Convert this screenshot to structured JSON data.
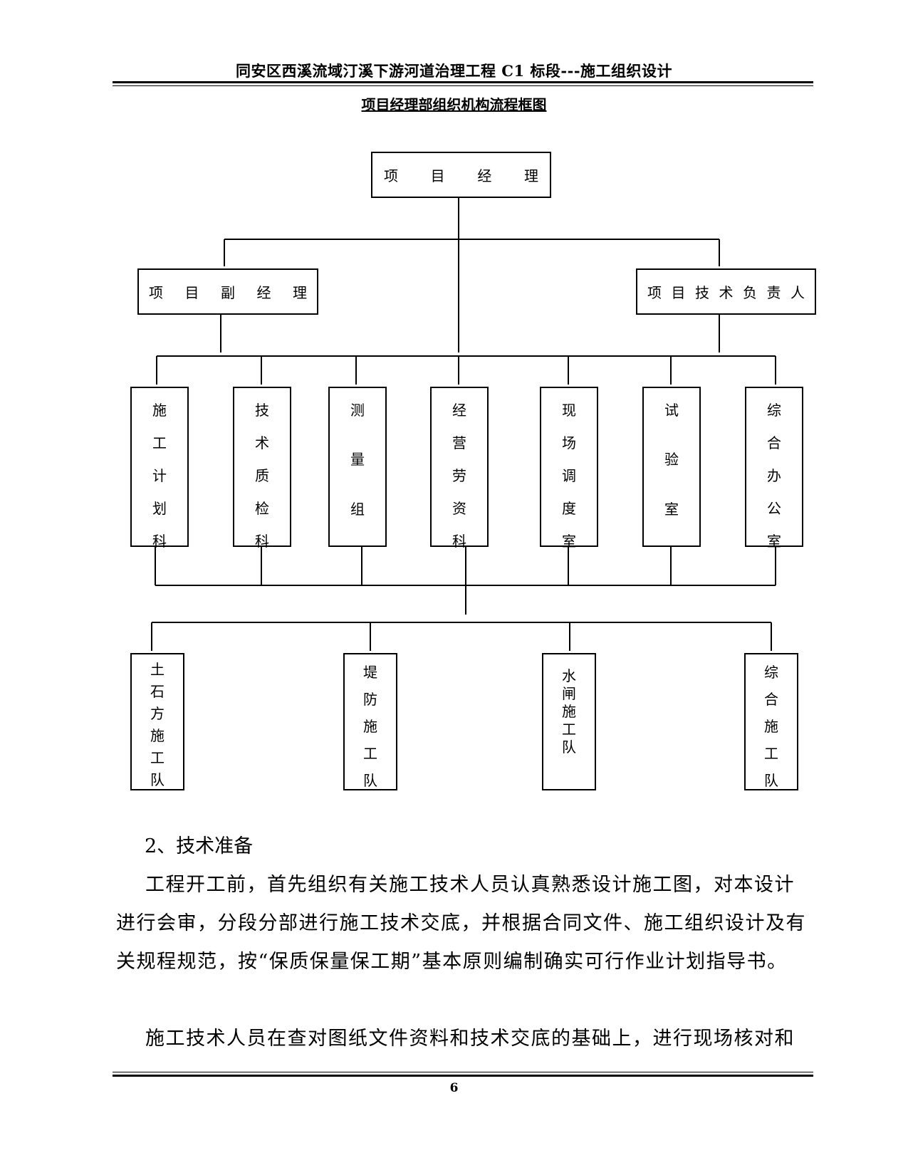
{
  "header": {
    "title": "同安区西溪流域汀溪下游河道治理工程 C1 标段---施工组织设计"
  },
  "chart": {
    "title": "项目经理部组织机构流程框图",
    "manager": [
      "项",
      "目",
      "经",
      "理"
    ],
    "deputy": [
      "项",
      "目",
      "副",
      "经",
      "理"
    ],
    "tech_lead": [
      "项",
      "目",
      "技",
      "术",
      "负",
      "责",
      "人"
    ],
    "departments": [
      [
        "施",
        "工",
        "计",
        "划",
        "科"
      ],
      [
        "技",
        "术",
        "质",
        "检",
        "科"
      ],
      [
        "测",
        "量",
        "组"
      ],
      [
        "经",
        "营",
        "劳",
        "资",
        "科"
      ],
      [
        "现",
        "场",
        "调",
        "度",
        "室"
      ],
      [
        "试",
        "验",
        "室"
      ],
      [
        "综",
        "合",
        "办",
        "公",
        "室"
      ]
    ],
    "teams": [
      [
        "土",
        "石",
        "方",
        "施",
        "工",
        "队"
      ],
      [
        "堤",
        "防",
        "施",
        "工",
        "队"
      ],
      [
        "水",
        "闸",
        "施",
        "工",
        "队"
      ],
      [
        "综",
        "合",
        "施",
        "工",
        "队"
      ]
    ]
  },
  "body": {
    "heading": "2、技术准备",
    "paragraph1": "工程开工前，首先组织有关施工技术人员认真熟悉设计施工图，对本设计进行会审，分段分部进行施工技术交底，并根据合同文件、施工组织设计及有关规程规范，按“保质保量保工期”基本原则编制确实可行作业计划指导书。",
    "paragraph2": "施工技术人员在查对图纸文件资料和技术交底的基础上，进行现场核对和"
  },
  "footer": {
    "page_number": "6"
  }
}
